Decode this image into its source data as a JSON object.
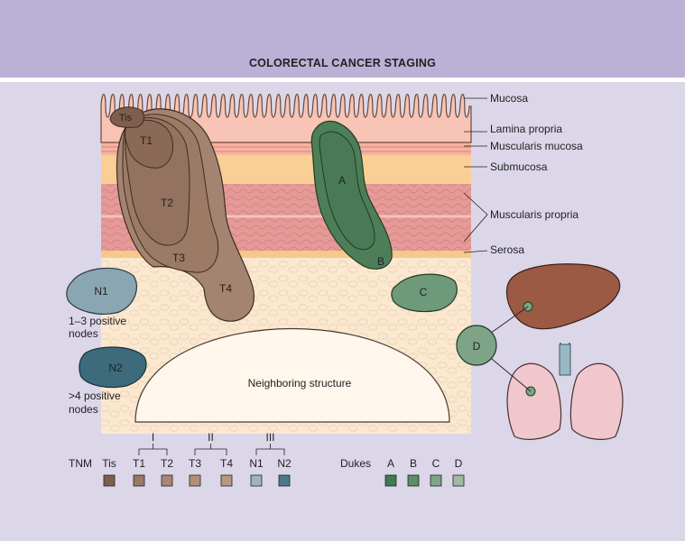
{
  "title": "COLORECTAL CANCER STAGING",
  "layers": {
    "mucosa": "Mucosa",
    "lamina_propria": "Lamina propria",
    "muscularis_mucosa": "Muscularis mucosa",
    "submucosa": "Submucosa",
    "muscularis_propria": "Muscularis propria",
    "serosa": "Serosa"
  },
  "tumor_labels": {
    "tis": "Tis",
    "t1": "T1",
    "t2": "T2",
    "t3": "T3",
    "t4": "T4"
  },
  "dukes_labels": {
    "a": "A",
    "b": "B",
    "c": "C",
    "d": "D"
  },
  "nodes": {
    "n1": "N1",
    "n1_caption_1": "1–3 positive",
    "n1_caption_2": "nodes",
    "n2": "N2",
    "n2_caption_1": ">4 positive",
    "n2_caption_2": "nodes"
  },
  "neighboring": "Neighboring structure",
  "legend": {
    "tnm_title": "TNM",
    "tnm_items": [
      "Tis",
      "T1",
      "T2",
      "T3",
      "T4",
      "N1",
      "N2"
    ],
    "stage_groups": [
      "I",
      "II",
      "III"
    ],
    "dukes_title": "Dukes",
    "dukes_items": [
      "A",
      "B",
      "C",
      "D"
    ]
  },
  "colors": {
    "header": "#bbb0d6",
    "background": "#dcd6e9",
    "tumor": "#9f7f6b",
    "tumor_dark": "#8a6a57",
    "dukes_green": "#4d7e58",
    "dukes_light": "#6f9a7a",
    "node_n1": "#8aa6b3",
    "node_n2": "#3d6b7c",
    "liver": "#9b5a44",
    "lung": "#efc7cc",
    "legend_tnm": [
      "#7e5e4c",
      "#9a7866",
      "#a98773",
      "#b29078",
      "#b8987f",
      "#9eb4bf",
      "#4a7a8b"
    ],
    "legend_dukes": [
      "#3f7a50",
      "#5b8d67",
      "#7ea487",
      "#9fba9f"
    ]
  }
}
